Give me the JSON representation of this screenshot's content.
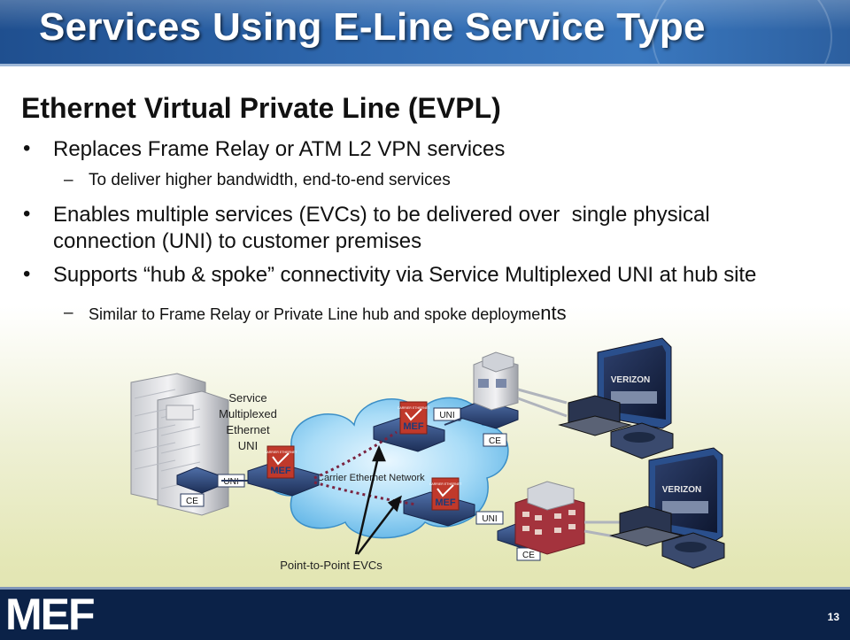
{
  "header": {
    "title": "Services Using E-Line Service Type"
  },
  "content": {
    "subtitle": "Ethernet Virtual Private Line (EVPL)",
    "bullets": [
      "Replaces Frame Relay or ATM L2 VPN services",
      "Enables multiple services (EVCs) to be delivered over  single physical",
      "connection (UNI) to customer premises",
      "Supports “hub & spoke” connectivity via Service Multiplexed UNI at hub site"
    ],
    "sub_bullets": [
      "To deliver higher bandwidth, end-to-end services",
      "Similar to Frame Relay or Private Line hub and spoke deployme",
      "nts"
    ],
    "bullet_char": "•",
    "dash_char": "–"
  },
  "diagram": {
    "hub_label": [
      "Service",
      "Multiplexed",
      "Ethernet",
      "UNI"
    ],
    "cloud_label": "Carrier Ethernet Network",
    "uni_label": "UNI",
    "ce_label": "CE",
    "badge_top": "CARRIER ETHERNET",
    "badge_logo": "MEF",
    "evc_label": "Point-to-Point EVCs",
    "screen_text": "VERIZON"
  },
  "footer": {
    "logo": "MEF",
    "page_number": "13"
  },
  "colors": {
    "title_bar": "#2e67ad",
    "footer": "#0b2248",
    "cloud": "#9fd3f3",
    "badge": "#c0392b"
  }
}
